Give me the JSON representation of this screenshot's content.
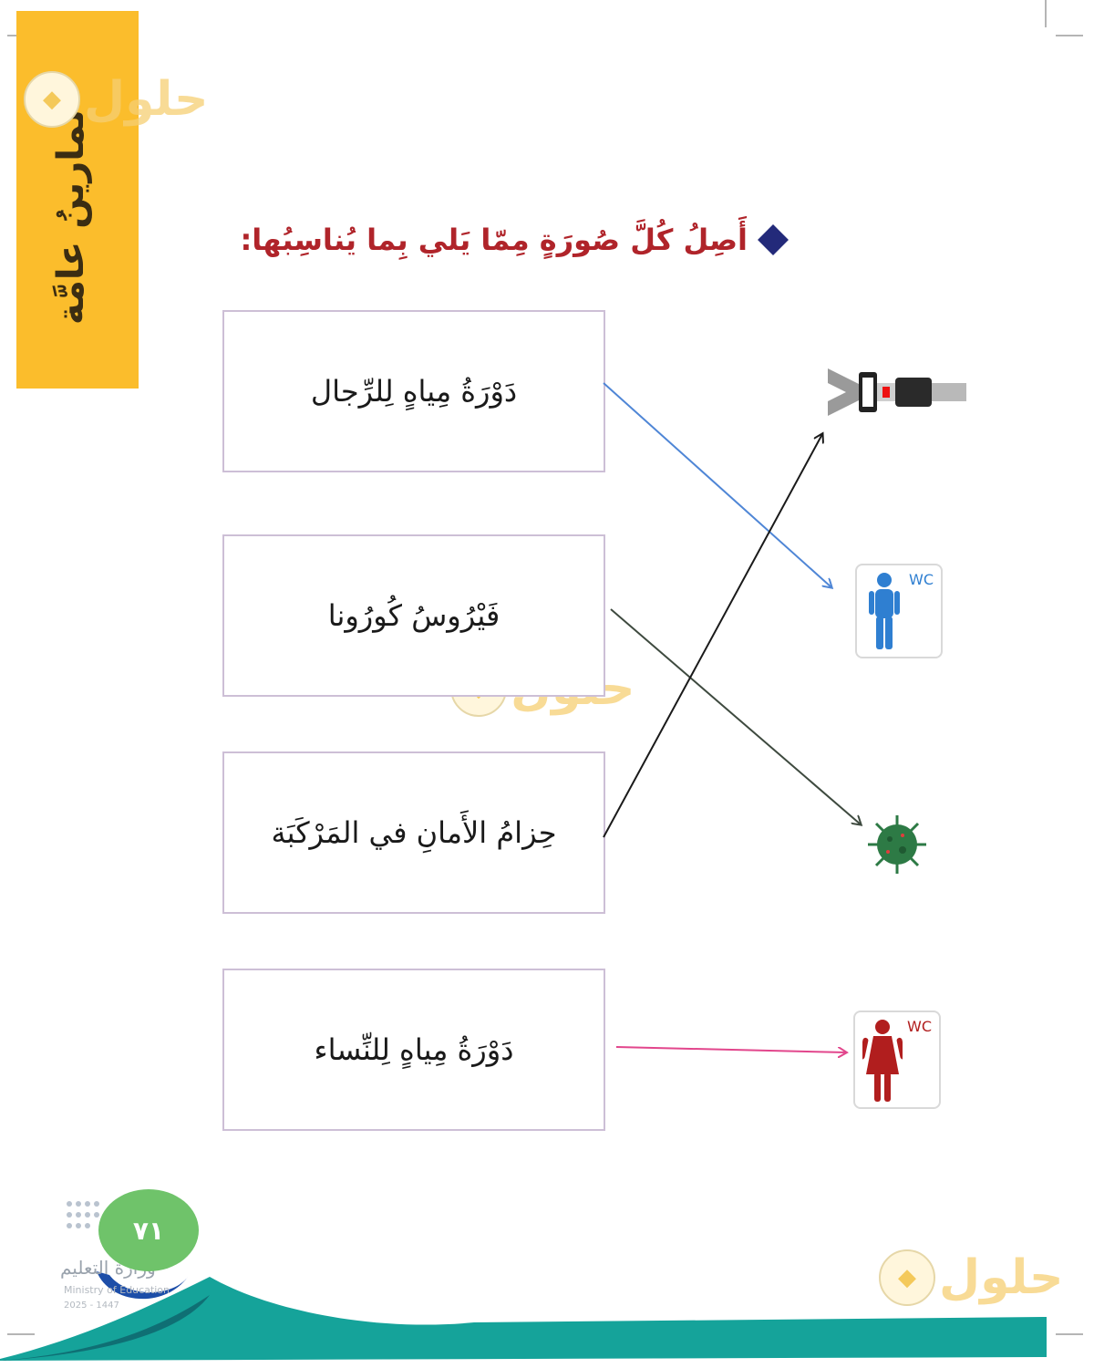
{
  "side_tab": {
    "title": "تَمارينُ عامَّة"
  },
  "watermark": {
    "text": "حلول"
  },
  "instruction": {
    "text": "أَصِلُ كُلَّ صُورَةٍ مِمّا يَلي بِما يُناسِبُها:"
  },
  "words": [
    {
      "label": "دَوْرَةُ مِياهٍ لِلرِّجال"
    },
    {
      "label": "فَيْرُوسُ كُورُونا"
    },
    {
      "label": "حِزامُ الأَمانِ في المَرْكَبَة"
    },
    {
      "label": "دَوْرَةُ مِياهٍ لِلنِّساء"
    }
  ],
  "pictures": {
    "men_wc": {
      "icon": "men-wc-icon",
      "label": "WC",
      "color": "#2f7fd1"
    },
    "women_wc": {
      "icon": "women-wc-icon",
      "label": "WC",
      "color": "#b11e1e"
    },
    "seatbelt": {
      "icon": "seatbelt-icon"
    },
    "virus": {
      "icon": "virus-icon",
      "color": "#2d7a45"
    }
  },
  "connections": [
    {
      "from": "دَوْرَةُ مِياهٍ لِلرِّجال",
      "to": "men_wc",
      "color": "#4f86d6"
    },
    {
      "from": "فَيْرُوسُ كُورُونا",
      "to": "virus",
      "color": "#3e4a3f"
    },
    {
      "from": "حِزامُ الأَمانِ في المَرْكَبَة",
      "to": "seatbelt",
      "color": "#1a1a1a"
    },
    {
      "from": "دَوْرَةُ مِياهٍ لِلنِّساء",
      "to": "women_wc",
      "color": "#e2468c"
    }
  ],
  "footer": {
    "page_number": "٧١",
    "ministry_ar": "وزارة التعليم",
    "ministry_en": "Ministry of Education",
    "year": "2025 - 1447",
    "wave_color": "#15a39a",
    "wave_dark": "#0f6f74"
  }
}
